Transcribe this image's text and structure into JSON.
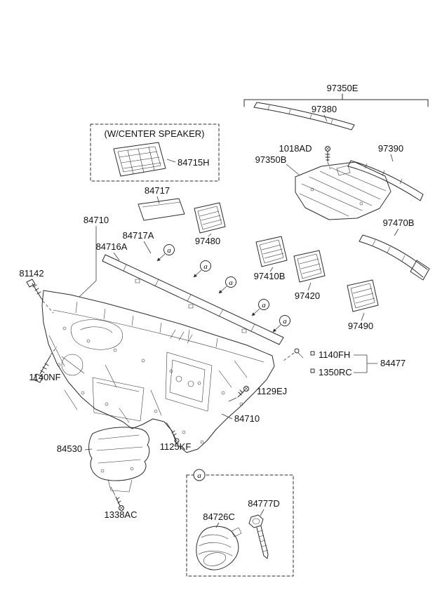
{
  "page": {
    "bg": "#ffffff",
    "ink": "#2b2b2b"
  },
  "labels": {
    "note_center_speaker": "(W/CENTER SPEAKER)",
    "p84715H": "84715H",
    "p97350E": "97350E",
    "p97380": "97380",
    "p1018AD": "1018AD",
    "p97350B": "97350B",
    "p97390": "97390",
    "p97470B": "97470B",
    "p84717": "84717",
    "p84710_main": "84710",
    "p84717A": "84717A",
    "p84716A": "84716A",
    "p97480": "97480",
    "p97410B": "97410B",
    "p97420": "97420",
    "p97490": "97490",
    "p81142": "81142",
    "p1140NF": "1140NF",
    "p1140FH": "1140FH",
    "p1350RC": "1350RC",
    "p84477": "84477",
    "p1129EJ": "1129EJ",
    "p84710_lower": "84710",
    "p1125KF": "1125KF",
    "p84530": "84530",
    "p1338AC": "1338AC",
    "p84777D": "84777D",
    "p84726C": "84726C",
    "marker_a": "a"
  }
}
